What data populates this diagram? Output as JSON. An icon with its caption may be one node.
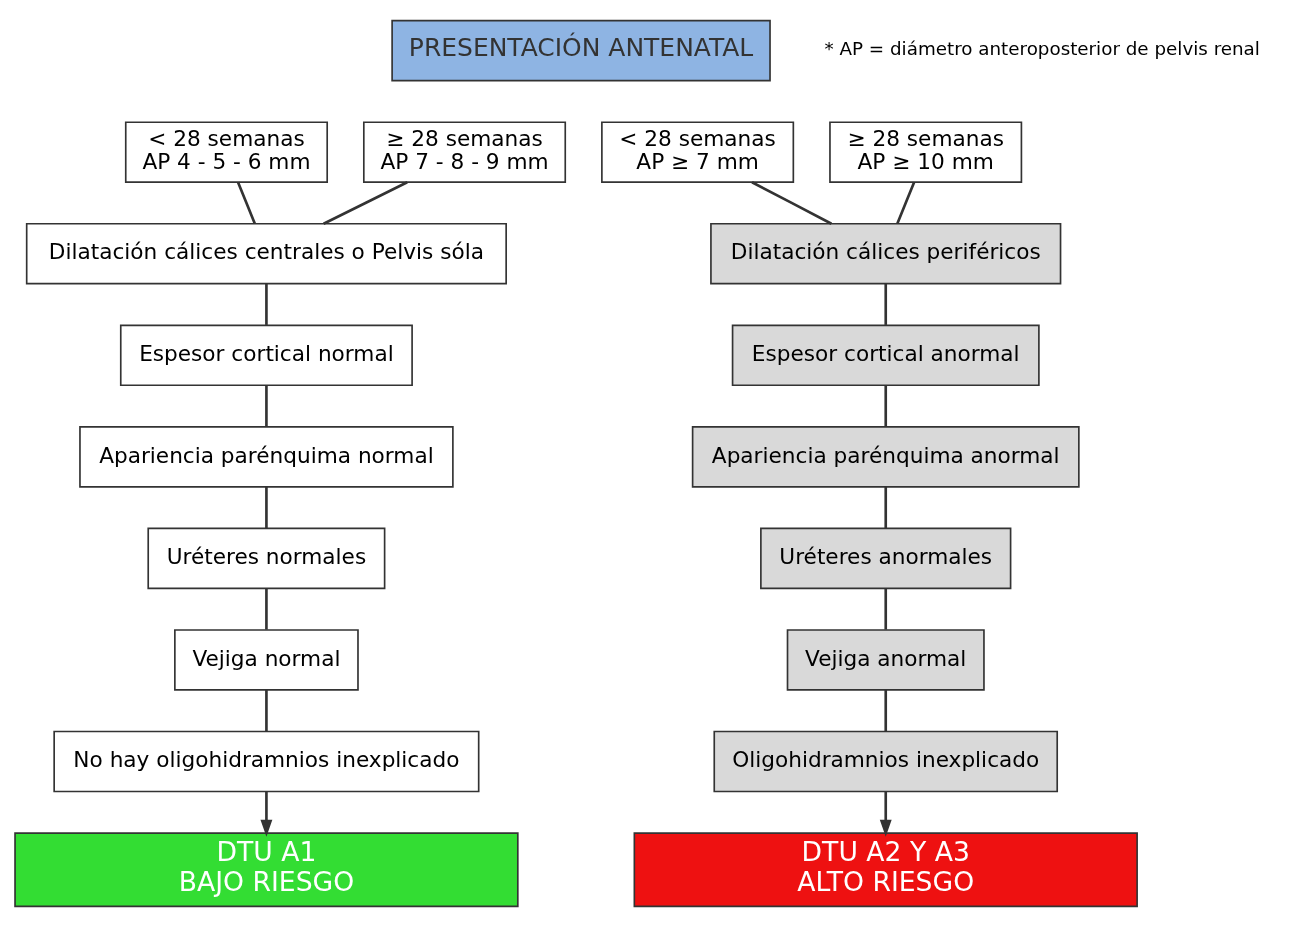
{
  "diagram": {
    "nodes": [
      {
        "text": [
          "PRESENTACIÓN ANTENATAL"
        ]
      },
      {
        "text": [
          "< 28 semanas",
          "AP 4 - 5 - 6 mm"
        ]
      },
      {
        "text": [
          "≥ 28 semanas",
          "AP 7 - 8 - 9 mm"
        ]
      },
      {
        "text": [
          "< 28 semanas",
          "AP ≥ 7 mm"
        ]
      },
      {
        "text": [
          "≥ 28 semanas",
          "AP ≥ 10 mm"
        ]
      },
      {
        "text": [
          "Dilatación cálices centrales o Pelvis sóla"
        ]
      },
      {
        "text": [
          "Espesor cortical normal"
        ]
      },
      {
        "text": [
          "Apariencia parénquima normal"
        ]
      },
      {
        "text": [
          "Uréteres normales"
        ]
      },
      {
        "text": [
          "Vejiga normal"
        ]
      },
      {
        "text": [
          "No hay oligohidramnios inexplicado"
        ]
      },
      {
        "text": [
          "Dilatación cálices periféricos"
        ]
      },
      {
        "text": [
          "Espesor cortical anormal"
        ]
      },
      {
        "text": [
          "Apariencia parénquima anormal"
        ]
      },
      {
        "text": [
          "Uréteres anormales"
        ]
      },
      {
        "text": [
          "Vejiga anormal"
        ]
      },
      {
        "text": [
          "Oligohidramnios inexplicado"
        ]
      },
      {
        "text": [
          "DTU A1",
          "BAJO RIESGO"
        ]
      },
      {
        "text": [
          "DTU A2 Y A3",
          "ALTO RIESGO"
        ]
      }
    ],
    "edges": [
      {
        "from": 1,
        "to": 5,
        "arrow": "none"
      },
      {
        "from": 2,
        "to": 5,
        "arrow": "none"
      },
      {
        "from": 5,
        "to": 6,
        "arrow": "none"
      },
      {
        "from": 6,
        "to": 7,
        "arrow": "none"
      },
      {
        "from": 7,
        "to": 8,
        "arrow": "none"
      },
      {
        "from": 8,
        "to": 9,
        "arrow": "none"
      },
      {
        "from": 9,
        "to": 10,
        "arrow": "none"
      },
      {
        "from": 10,
        "to": 17,
        "arrow": "to"
      },
      {
        "from": 3,
        "to": 11,
        "arrow": "none"
      },
      {
        "from": 4,
        "to": 11,
        "arrow": "none"
      },
      {
        "from": 11,
        "to": 12,
        "arrow": "none"
      },
      {
        "from": 12,
        "to": 13,
        "arrow": "none"
      },
      {
        "from": 13,
        "to": 14,
        "arrow": "none"
      },
      {
        "from": 14,
        "to": 15,
        "arrow": "none"
      },
      {
        "from": 15,
        "to": 16,
        "arrow": "none"
      },
      {
        "from": 16,
        "to": 18,
        "arrow": "to"
      }
    ],
    "labels": [
      "* AP = diámetro anteroposterior de pelvis renal"
    ]
  }
}
